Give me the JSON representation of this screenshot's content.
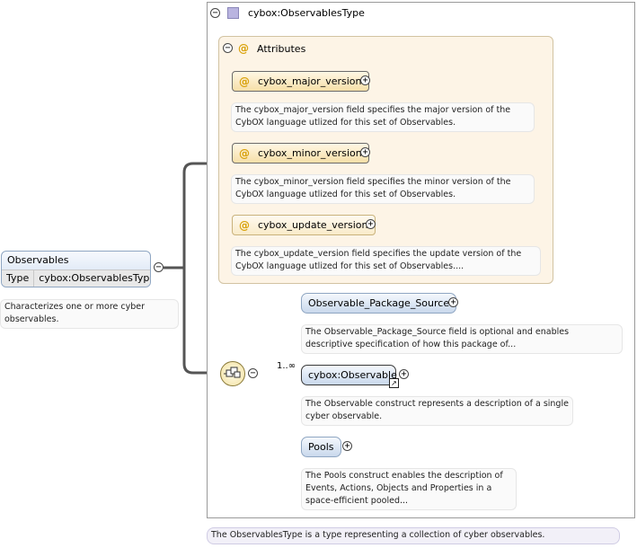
{
  "root": {
    "name": "Observables",
    "type_label": "Type",
    "type_value": "cybox:ObservablesType",
    "description_lines": [
      "Characterizes one or more cyber",
      "observables."
    ]
  },
  "complex_type": {
    "name": "cybox:ObservablesType",
    "description": "The ObservablesType is a type representing a collection of cyber observables."
  },
  "attributes": {
    "header": "Attributes",
    "items": [
      {
        "name": "cybox_major_version",
        "required": true,
        "description_lines": [
          "The cybox_major_version field specifies the major version of the",
          "CybOX language utlized for this set of Observables."
        ]
      },
      {
        "name": "cybox_minor_version",
        "required": true,
        "description_lines": [
          "The cybox_minor_version field specifies the minor version of the",
          "CybOX language utlized for this set of Observables."
        ]
      },
      {
        "name": "cybox_update_version",
        "required": false,
        "description_lines": [
          "The cybox_update_version field specifies the update version of the",
          "CybOX language utlized for this set of Observables...."
        ]
      }
    ]
  },
  "sequence": {
    "elements": [
      {
        "name": "Observable_Package_Source",
        "required": false,
        "cardinality": "",
        "description_lines": [
          "The Observable_Package_Source field is optional and enables",
          "descriptive specification of how this package of..."
        ]
      },
      {
        "name": "cybox:Observable",
        "required": true,
        "cardinality": "1..∞",
        "description_lines": [
          "The Observable construct represents a description of a single",
          "cyber observable."
        ]
      },
      {
        "name": "Pools",
        "required": false,
        "cardinality": "",
        "description_lines": [
          "The Pools construct enables the description of",
          "Events, Actions, Objects and Properties in a",
          "space-efficient pooled..."
        ]
      }
    ]
  },
  "colors": {
    "attribute_accent": "#d9a10a",
    "element_fill": "#c9d8ec",
    "type_icon": "#b9b4e0",
    "connector": "#555555"
  }
}
